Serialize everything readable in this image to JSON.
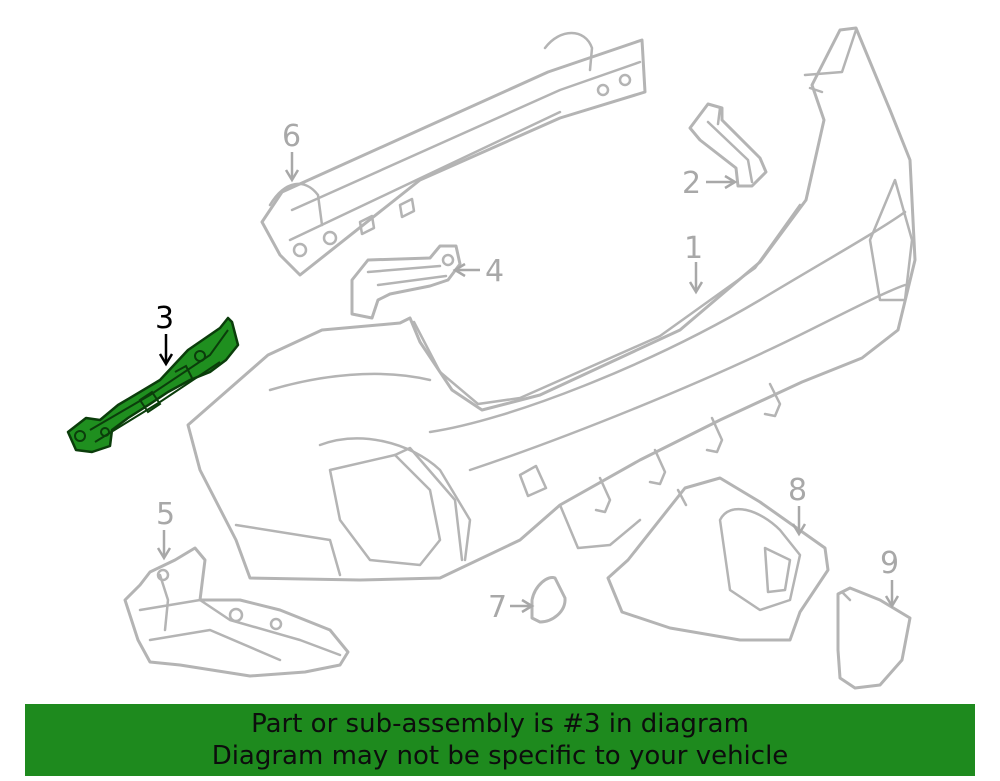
{
  "callouts": {
    "c1": "1",
    "c2": "2",
    "c3": "3",
    "c4": "4",
    "c5": "5",
    "c6": "6",
    "c7": "7",
    "c8": "8",
    "c9": "9"
  },
  "highlighted_part": "3",
  "colors": {
    "highlight_fill": "#1f8f1f",
    "banner_background": "#1e8a1e",
    "part_outline": "#b4b4b4"
  },
  "banner": {
    "line1": "Part or sub-assembly is #3 in diagram",
    "line2": "Diagram may not be specific to your vehicle"
  }
}
